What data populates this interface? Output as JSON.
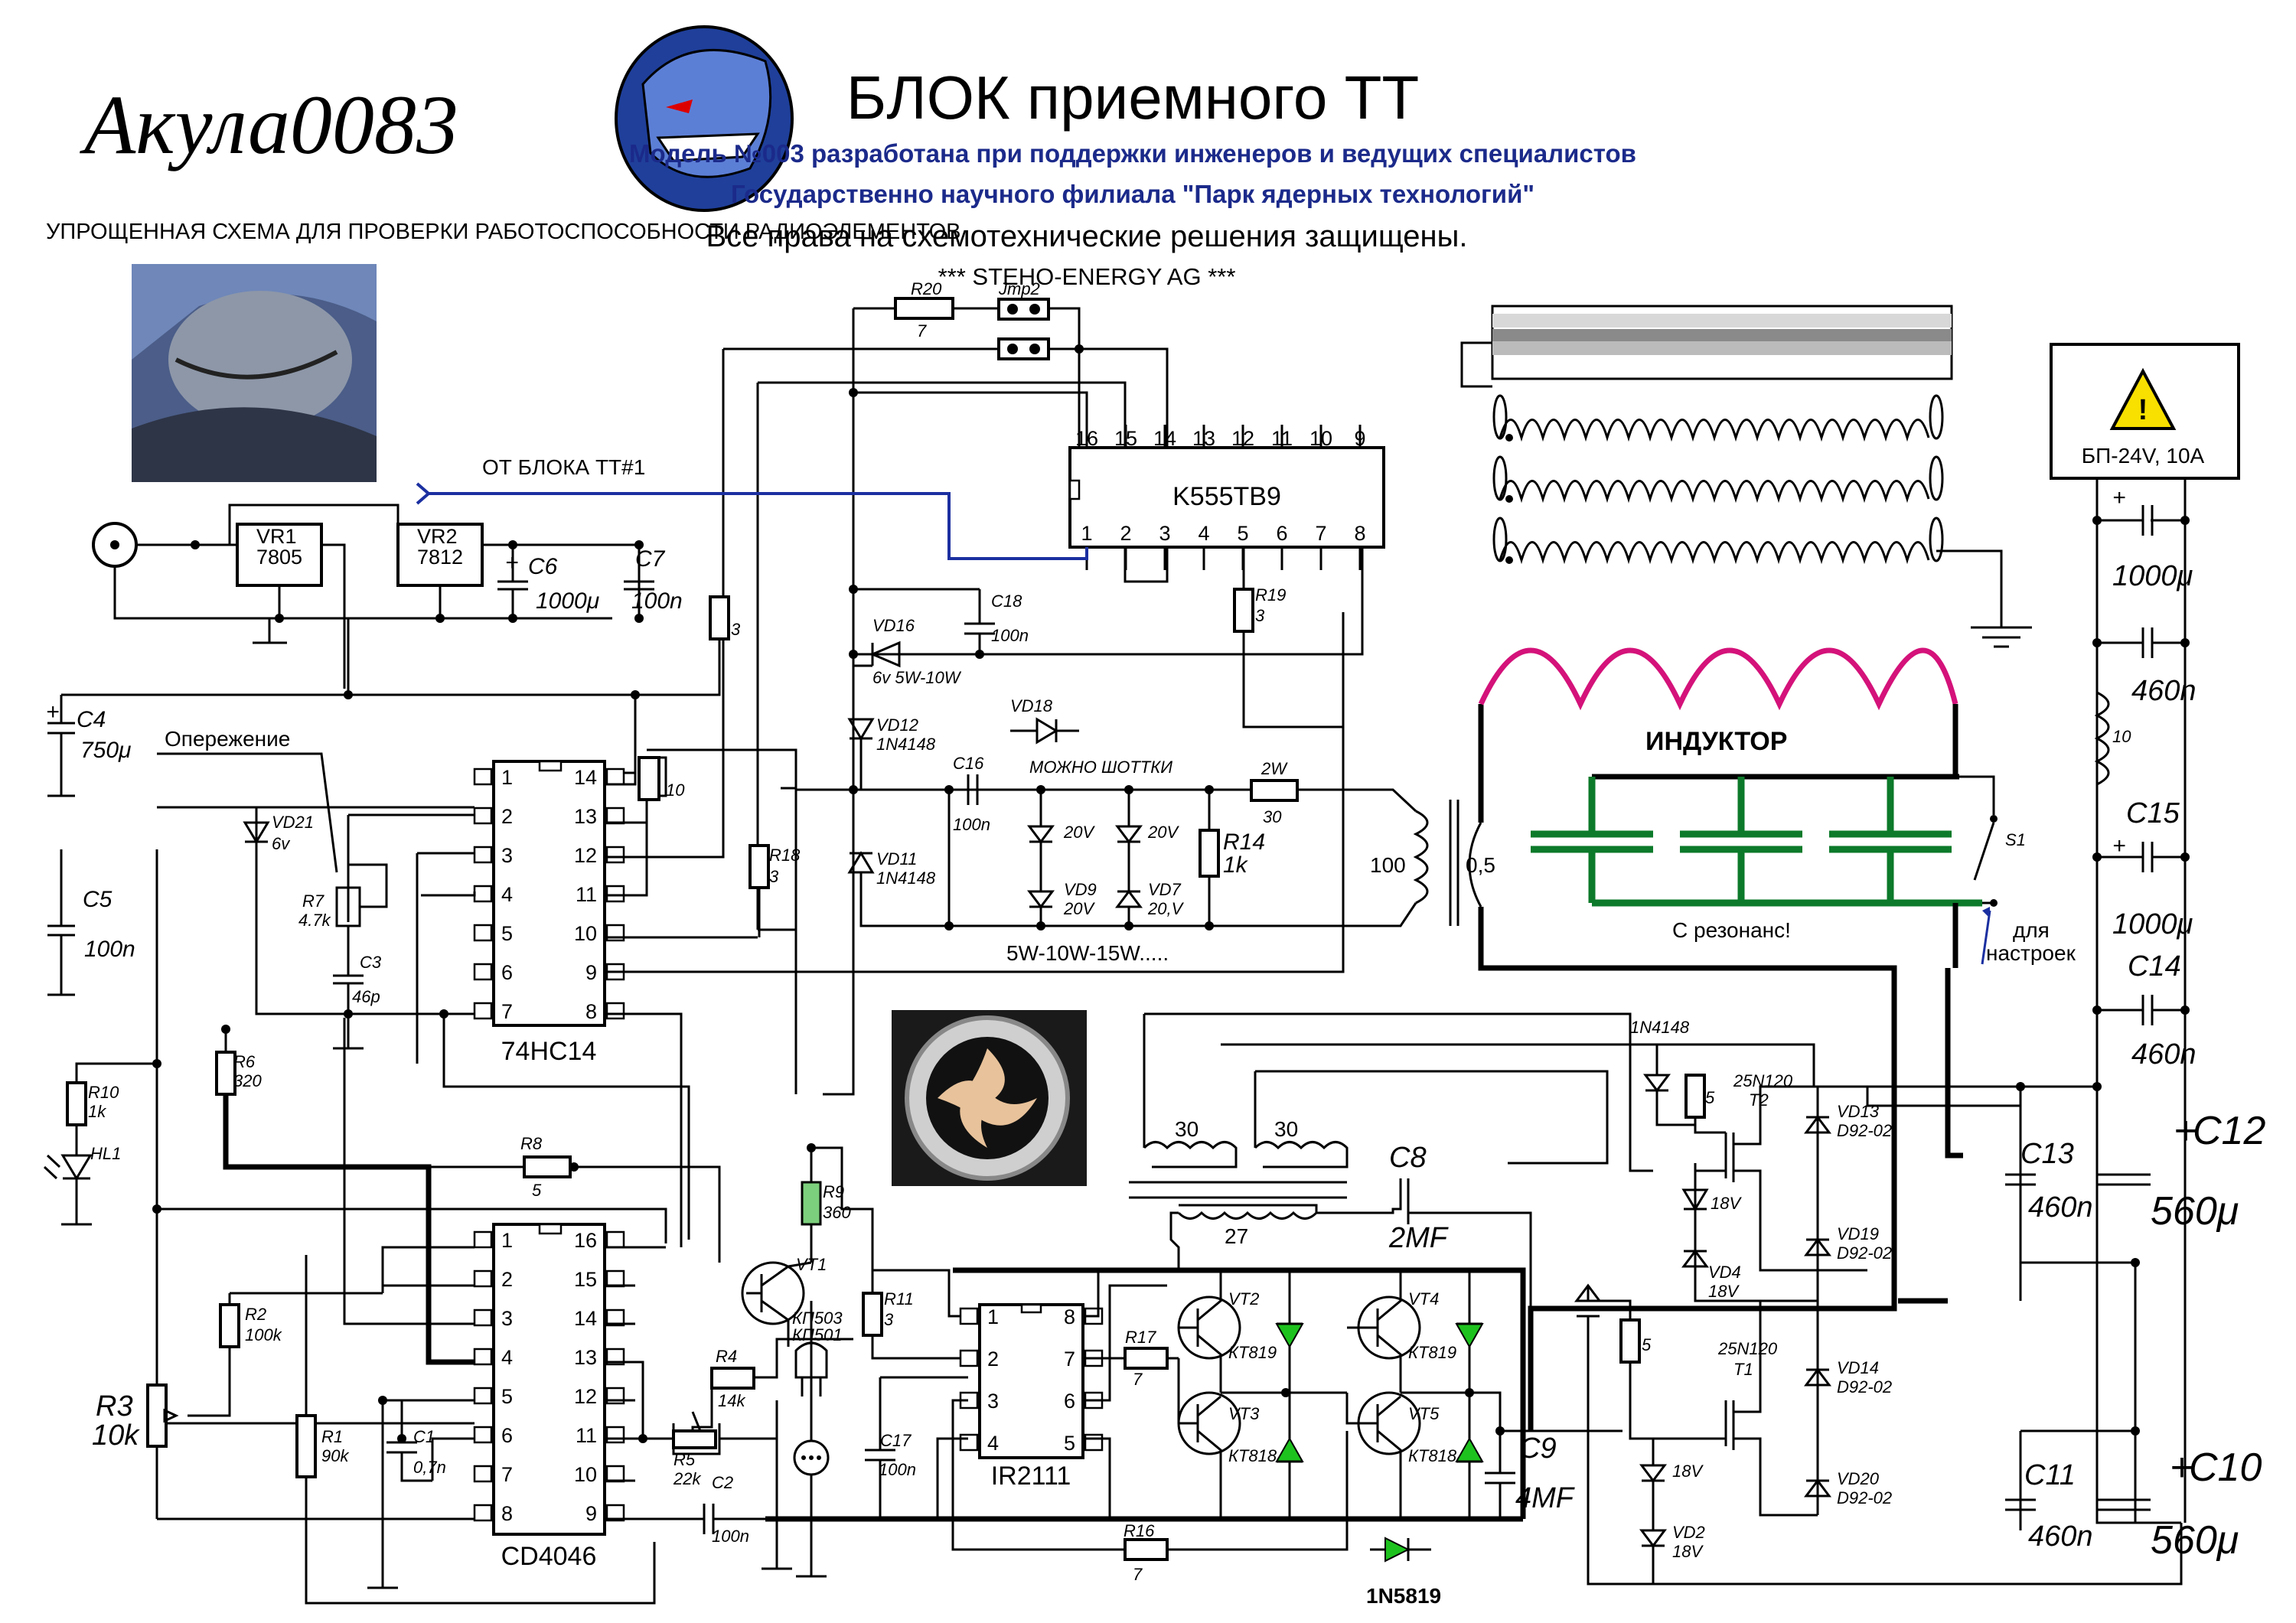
{
  "header": {
    "logo_script": "Акула0083",
    "title": "БЛОК приемного ТТ",
    "subtitle1": "Модель №003 разработана при поддержки инженеров и ведущих специалистов",
    "subtitle2": "Государственно научного филиала  \"Парк ядерных технологий\"",
    "rights": "Все права на  схемотехнические решения защищены.",
    "company": "*** STEHO-ENERGY AG ***",
    "left_caption": "УПРОЩЕННАЯ СХЕМА ДЛЯ ПРОВЕРКИ РАБОТОСПОСОБНОСТИ РАДИОЭЛЕМЕНТОВ"
  },
  "chips": {
    "tv9": {
      "name": "K555TB9",
      "top_pins": [
        "16",
        "15",
        "14",
        "13",
        "12",
        "11",
        "10",
        "9"
      ],
      "bottom_pins": [
        "1",
        "2",
        "3",
        "4",
        "5",
        "6",
        "7",
        "8"
      ]
    },
    "hc14": {
      "name": "74HC14",
      "left_pins": [
        "1",
        "2",
        "3",
        "4",
        "5",
        "6",
        "7"
      ],
      "right_pins": [
        "14",
        "13",
        "12",
        "11",
        "10",
        "9",
        "8"
      ]
    },
    "cd4046": {
      "name": "CD4046",
      "left_pins": [
        "1",
        "2",
        "3",
        "4",
        "5",
        "6",
        "7",
        "8"
      ],
      "right_pins": [
        "16",
        "15",
        "14",
        "13",
        "12",
        "11",
        "10",
        "9"
      ]
    },
    "ir2111": {
      "name": "IR2111",
      "left_pins": [
        "1",
        "2",
        "3",
        "4"
      ],
      "right_pins": [
        "8",
        "7",
        "6",
        "5"
      ]
    }
  },
  "regulators": [
    {
      "name": "VR1",
      "value": "7805"
    },
    {
      "name": "VR2",
      "value": "7812"
    }
  ],
  "labels": {
    "from_block": "ОТ БЛОКА  ТТ#1",
    "advance": "Опережение",
    "inductor": "ИНДУКТОР",
    "resonance": "С резонанс!",
    "for_tuning_1": "для",
    "for_tuning_2": "настроек",
    "power": "5W-10W-15W.....",
    "schottky": "МОЖНО ШОТТКИ",
    "psu": "БП-24V,  10A",
    "diode_1n5819": "1N5819",
    "diode_1n4148": "1N4148",
    "t2": "25N120",
    "t2_name": "T2",
    "t1": "25N120",
    "t1_name": "T1",
    "s1": "S1",
    "jmp2": "Jmp2"
  },
  "components": {
    "R20": "R20",
    "R20v": "7",
    "C6": "C6",
    "C6v": "1000μ",
    "C7": "C7",
    "C7v": "100n",
    "C4": "C4",
    "C4v": "750μ",
    "C5": "C5",
    "C5v": "100n",
    "VD21": "VD21",
    "VD21v": "6v",
    "R7": "R7",
    "R7v": "4.7k",
    "C3": "C3",
    "C3v": "46p",
    "R6": "R6",
    "R6v": "320",
    "R10": "R10",
    "R10v": "1k",
    "HL1": "HL1",
    "R8": "R8",
    "R8v": "5",
    "R2": "R2",
    "R2v": "100k",
    "R3": "R3",
    "R3v": "10k",
    "R1": "R1",
    "R1v": "90k",
    "C1": "C1",
    "C1v": "0,7n",
    "R4": "R4",
    "R4v": "14k",
    "R5": "R5",
    "R5v": "22k",
    "C2": "C2",
    "C2v": "100n",
    "R9": "R9",
    "R9v": "360",
    "VT1": "VT1",
    "VT1v": "КП503",
    "VT1v2": "КП501",
    "R11": "R11",
    "R11v": "3",
    "C17": "C17",
    "C17v": "100n",
    "R17": "R17",
    "R17v": "7",
    "R16": "R16",
    "R16v": "7",
    "VT2": "VT2",
    "VT2v": "КТ819",
    "VT3": "VT3",
    "VT3v": "КТ818",
    "VT4": "VT4",
    "VT4v": "КТ819",
    "VT5": "VT5",
    "VT5v": "КТ818",
    "C9": "C9",
    "C9v": "4MF",
    "C8": "C8",
    "C8v": "2MF",
    "R19": "R19",
    "R19v": "3",
    "R18": "R18",
    "R18v": "3",
    "R3b": "3",
    "R10b": "10",
    "VD16": "VD16",
    "VD16v": "6v 5W-10W",
    "C18": "C18",
    "C18v": "100n",
    "VD12": "VD12",
    "VD12v": "1N4148",
    "VD11": "VD11",
    "VD11v": "1N4148",
    "VD18": "VD18",
    "C16": "C16",
    "C16v": "100n",
    "Z20a": "20V",
    "Z20b": "20V",
    "VD9": "VD9",
    "VD9v": "20V",
    "VD7": "VD7",
    "VD7v": "20,V",
    "R14": "R14",
    "R14v": "1k",
    "R2w": "2W",
    "R30": "30",
    "T100": "100",
    "T05": "0,5",
    "T30a": "30",
    "T30b": "30",
    "T27": "27",
    "R5a": "5",
    "R5b": "5",
    "VD13": "VD13",
    "VD13v": "D92-02",
    "VD19": "VD19",
    "VD19v": "D92-02",
    "VD14": "VD14",
    "VD14v": "D92-02",
    "VD20": "VD20",
    "VD20v": "D92-02",
    "Z18a": "18V",
    "VD4": "VD4",
    "VD4v": "18V",
    "Z18b": "18V",
    "VD2": "VD2",
    "VD2v": "18V",
    "C12": "C12",
    "C12v": "560μ",
    "C13": "C13",
    "C13v": "460n",
    "C10": "C10",
    "C10v": "560μ",
    "C11": "C11",
    "C11v": "460n",
    "C15": "C15",
    "C15v": "1000μ",
    "C14": "C14",
    "C14v": "460n",
    "Ctop": "1000μ",
    "Ctop2": "460n",
    "L10": "10"
  }
}
